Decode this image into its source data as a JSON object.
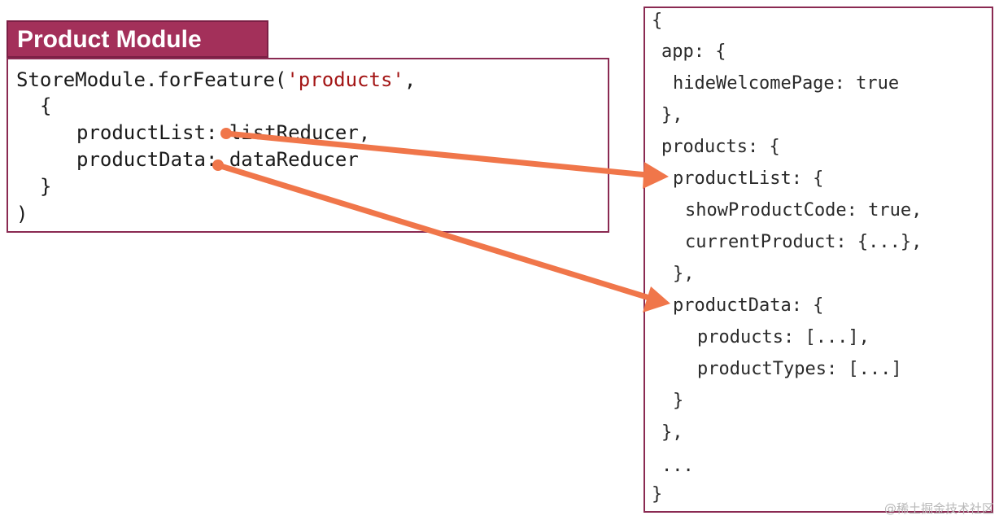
{
  "title": "Product Module",
  "code": {
    "line1_prefix": "StoreModule.forFeature(",
    "line1_string": "'products'",
    "line1_suffix": ",",
    "line2": "{",
    "line3": "productList: listReducer,",
    "line4": "productData: dataReducer",
    "line5": "}",
    "line6": ")"
  },
  "state": [
    "{",
    "app: {",
    "hideWelcomePage: true",
    "},",
    "products: {",
    "productList: {",
    "showProductCode: true,",
    "currentProduct: {...},",
    "},",
    "productData: {",
    "products: [...],",
    "productTypes: [...]",
    "}",
    "},",
    "...",
    "}"
  ],
  "colors": {
    "accent": "#a3305a",
    "arrow": "#f0764a"
  },
  "watermark": "@稀土掘金技术社区"
}
